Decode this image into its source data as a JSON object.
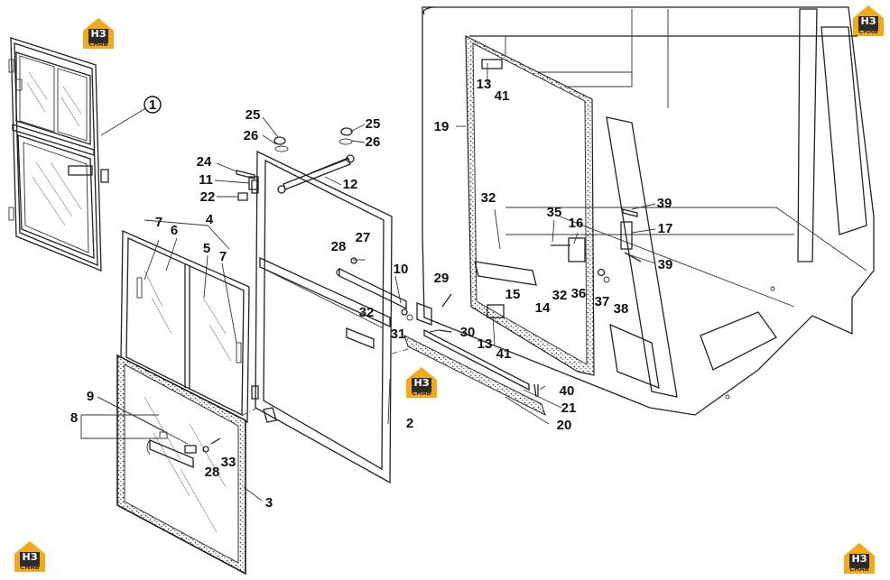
{
  "logo": {
    "mark": "НЗ",
    "caption": "СНАБ"
  },
  "callouts": [
    {
      "id": "c1",
      "text": "1"
    },
    {
      "id": "c2",
      "text": "2"
    },
    {
      "id": "c3",
      "text": "3"
    },
    {
      "id": "c4",
      "text": "4"
    },
    {
      "id": "c5",
      "text": "5"
    },
    {
      "id": "c6",
      "text": "6"
    },
    {
      "id": "c7a",
      "text": "7"
    },
    {
      "id": "c7b",
      "text": "7"
    },
    {
      "id": "c8",
      "text": "8"
    },
    {
      "id": "c9",
      "text": "9"
    },
    {
      "id": "c10",
      "text": "10"
    },
    {
      "id": "c11",
      "text": "11"
    },
    {
      "id": "c12",
      "text": "12"
    },
    {
      "id": "c13a",
      "text": "13"
    },
    {
      "id": "c13b",
      "text": "13"
    },
    {
      "id": "c14",
      "text": "14"
    },
    {
      "id": "c15",
      "text": "15"
    },
    {
      "id": "c16",
      "text": "16"
    },
    {
      "id": "c17",
      "text": "17"
    },
    {
      "id": "c19",
      "text": "19"
    },
    {
      "id": "c20",
      "text": "20"
    },
    {
      "id": "c21",
      "text": "21"
    },
    {
      "id": "c22",
      "text": "22"
    },
    {
      "id": "c24",
      "text": "24"
    },
    {
      "id": "c25a",
      "text": "25"
    },
    {
      "id": "c25b",
      "text": "25"
    },
    {
      "id": "c26a",
      "text": "26"
    },
    {
      "id": "c26b",
      "text": "26"
    },
    {
      "id": "c27",
      "text": "27"
    },
    {
      "id": "c28a",
      "text": "28"
    },
    {
      "id": "c28b",
      "text": "28"
    },
    {
      "id": "c29",
      "text": "29"
    },
    {
      "id": "c30",
      "text": "30"
    },
    {
      "id": "c31",
      "text": "31"
    },
    {
      "id": "c32a",
      "text": "32"
    },
    {
      "id": "c32b",
      "text": "32"
    },
    {
      "id": "c32c",
      "text": "32"
    },
    {
      "id": "c33",
      "text": "33"
    },
    {
      "id": "c35",
      "text": "35"
    },
    {
      "id": "c36",
      "text": "36"
    },
    {
      "id": "c37",
      "text": "37"
    },
    {
      "id": "c38",
      "text": "38"
    },
    {
      "id": "c39a",
      "text": "39"
    },
    {
      "id": "c39b",
      "text": "39"
    },
    {
      "id": "c40",
      "text": "40"
    },
    {
      "id": "c41a",
      "text": "41"
    },
    {
      "id": "c41b",
      "text": "41"
    }
  ]
}
